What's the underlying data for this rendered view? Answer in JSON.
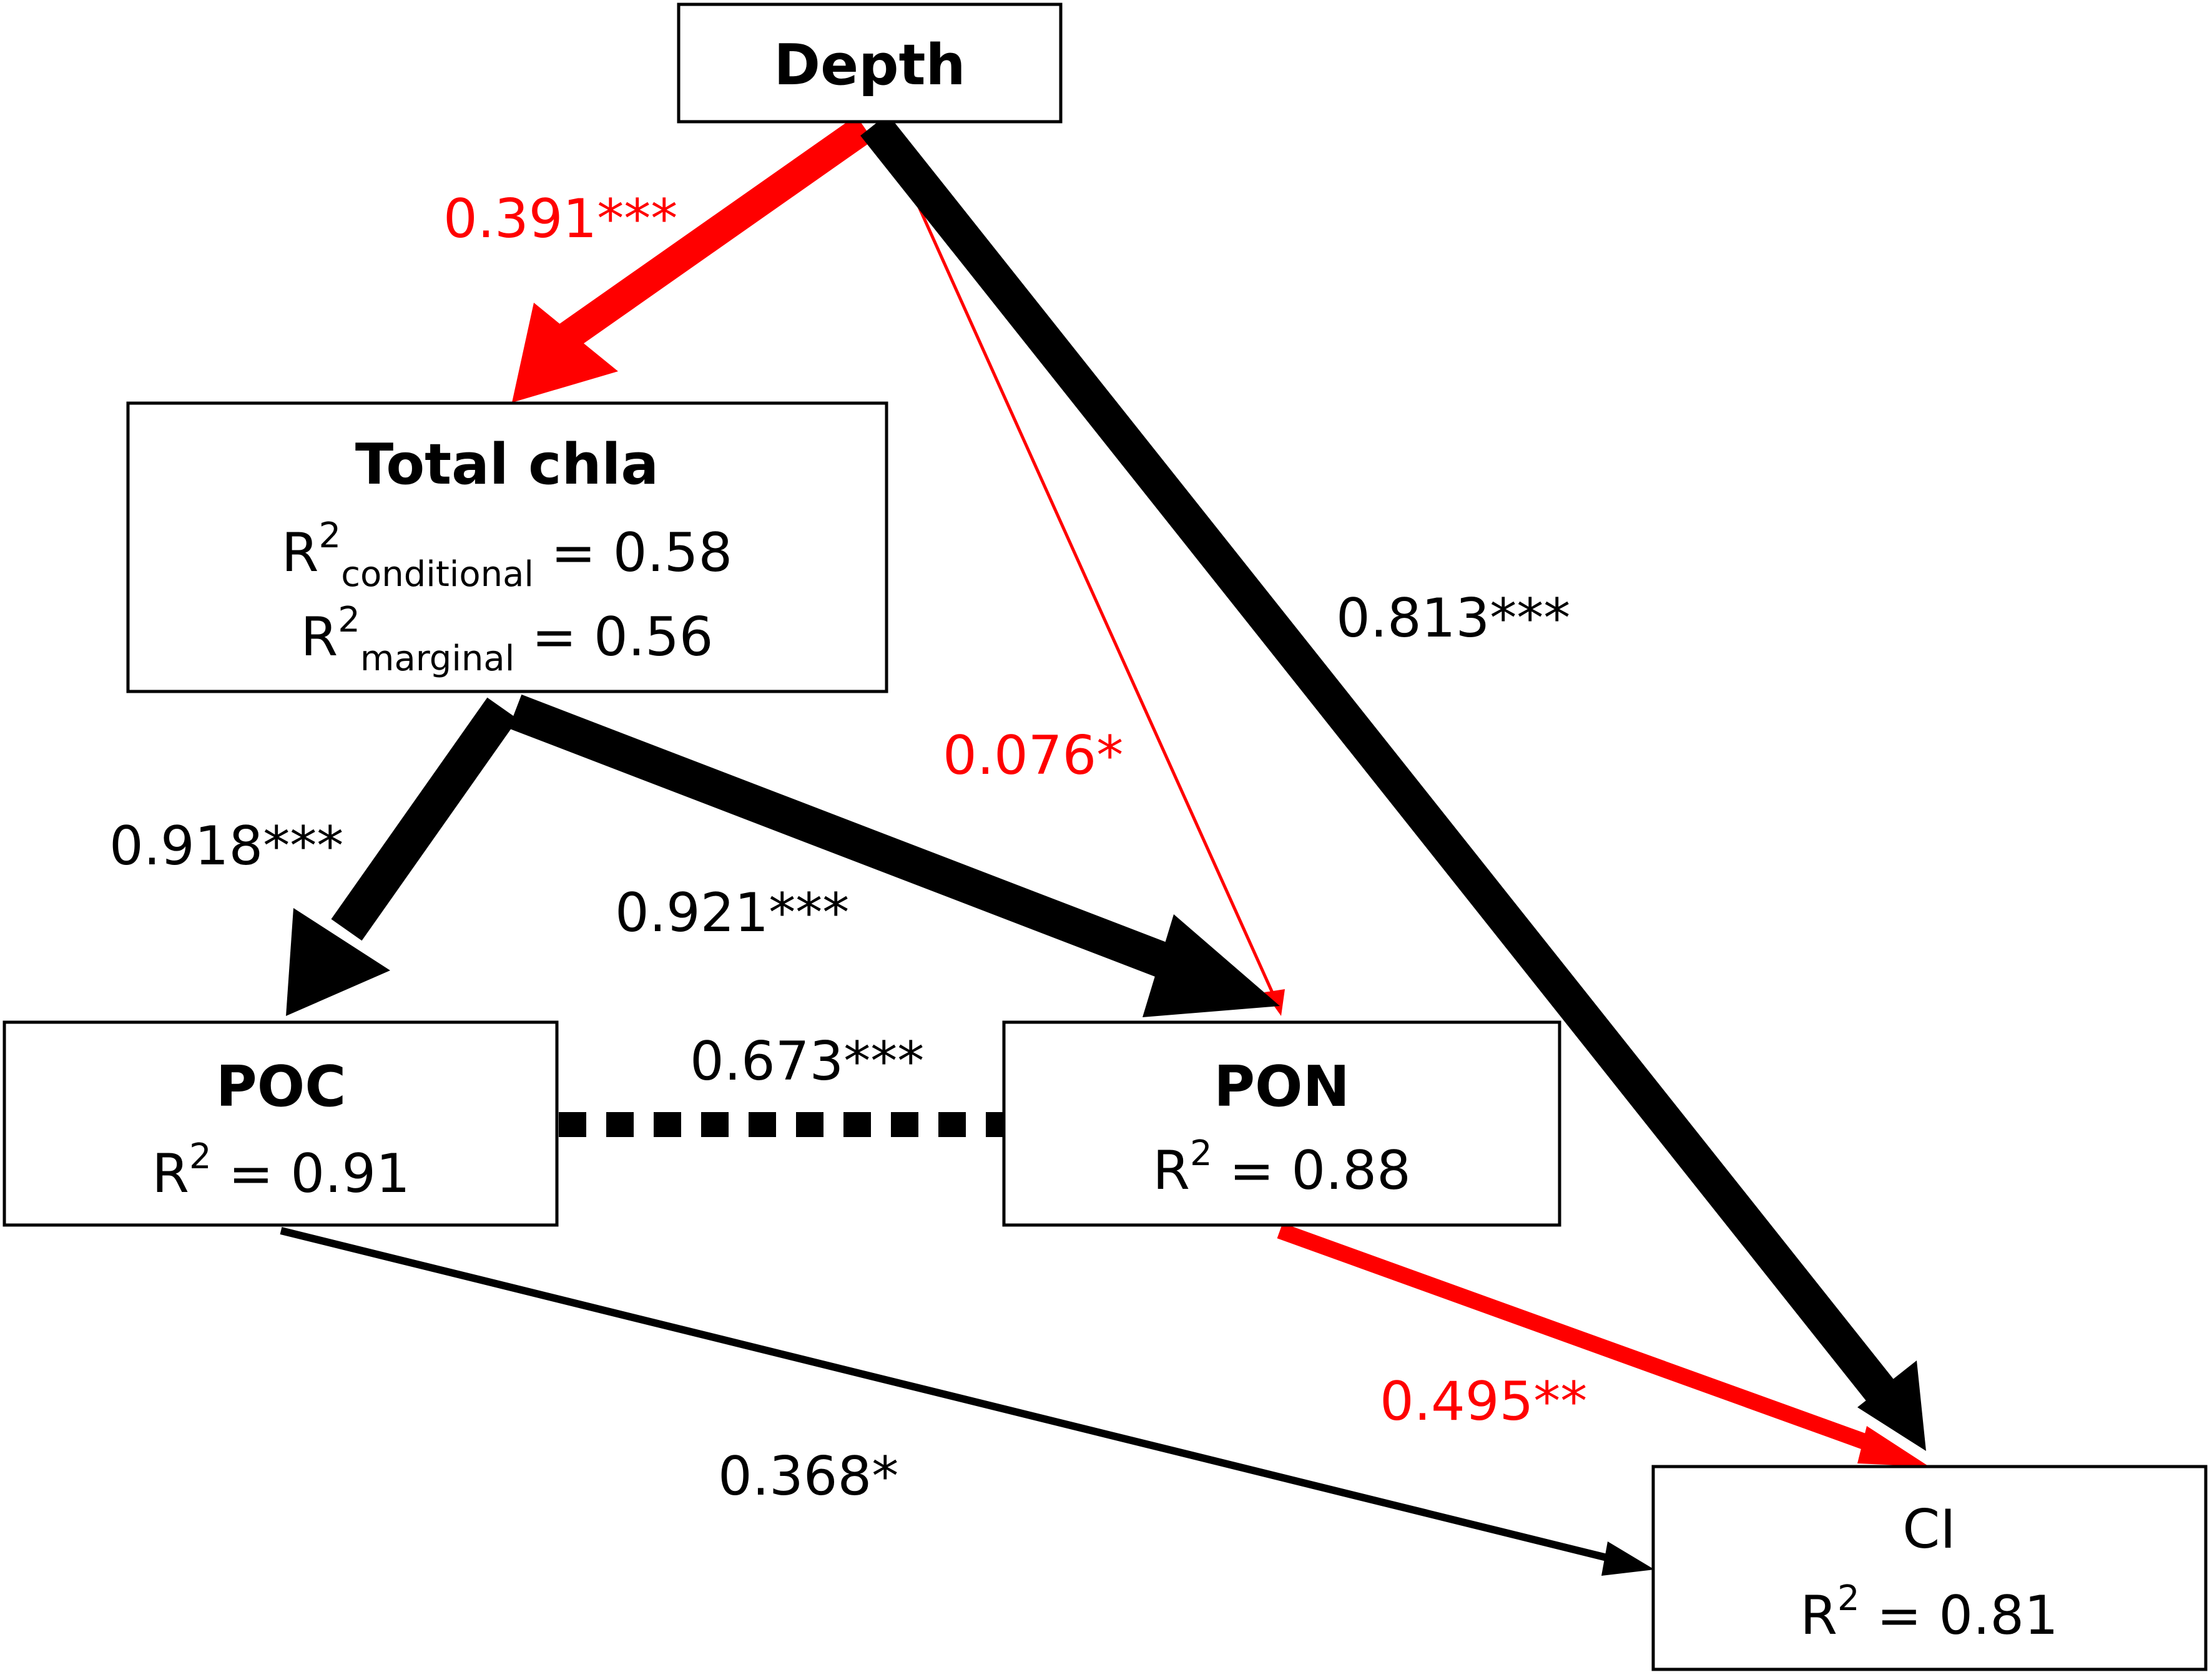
{
  "nodes": {
    "depth": {
      "title": "Depth"
    },
    "chla": {
      "title": "Total chla",
      "r2_cond_sub": "conditional",
      "r2_cond_value": " = 0.58",
      "r2_marg_sub": "marginal",
      "r2_marg_value": " = 0.56"
    },
    "poc": {
      "title": "POC",
      "r2_value": " = 0.91"
    },
    "pon": {
      "title": "PON",
      "r2_value": " = 0.88"
    },
    "ci": {
      "title": "CI",
      "r2_value": " = 0.81"
    }
  },
  "r2": {
    "letter": "R",
    "power": "2"
  },
  "edges": {
    "depth_chla": {
      "label": "0.391***",
      "color": "#ff0000"
    },
    "depth_pon": {
      "label": "0.076*",
      "color": "#ff0000"
    },
    "depth_ci": {
      "label": "0.813***",
      "color": "#000000"
    },
    "chla_poc": {
      "label": "0.918***",
      "color": "#000000"
    },
    "chla_pon": {
      "label": "0.921***",
      "color": "#000000"
    },
    "poc_pon": {
      "label": "0.673***",
      "color": "#000000"
    },
    "poc_ci": {
      "label": "0.368*",
      "color": "#000000"
    },
    "pon_ci": {
      "label": "0.495**",
      "color": "#ff0000"
    }
  }
}
